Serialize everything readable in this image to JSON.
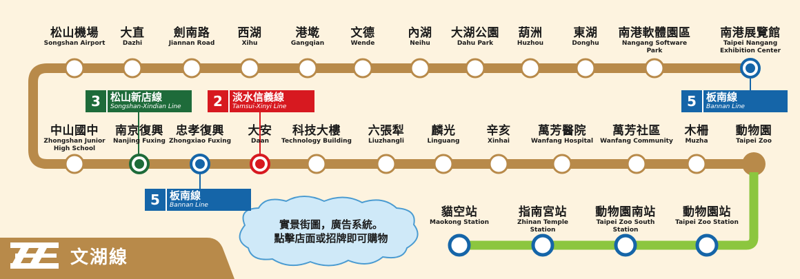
{
  "line": {
    "name": "文湖線",
    "color_brown": "#b88a4a",
    "color_green": "#8cc63f",
    "color_blue": "#1565a8"
  },
  "top_row": [
    {
      "zh": "松山機場",
      "en": "Songshan Airport",
      "type": "normal"
    },
    {
      "zh": "大直",
      "en": "Dazhi",
      "type": "normal"
    },
    {
      "zh": "劍南路",
      "en": "Jiannan Road",
      "type": "normal"
    },
    {
      "zh": "西湖",
      "en": "Xihu",
      "type": "normal"
    },
    {
      "zh": "港墘",
      "en": "Gangqian",
      "type": "normal"
    },
    {
      "zh": "文德",
      "en": "Wende",
      "type": "normal"
    },
    {
      "zh": "內湖",
      "en": "Neihu",
      "type": "normal"
    },
    {
      "zh": "大湖公園",
      "en": "Dahu Park",
      "type": "normal"
    },
    {
      "zh": "葫洲",
      "en": "Huzhou",
      "type": "normal"
    },
    {
      "zh": "東湖",
      "en": "Donghu",
      "type": "normal"
    },
    {
      "zh": "南港軟體園區",
      "en": "Nangang Software Park",
      "type": "normal"
    },
    {
      "zh": "南港展覽館",
      "en": "Taipei Nangang Exhibition Center",
      "type": "blue"
    }
  ],
  "middle_row": [
    {
      "zh": "中山國中",
      "en": "Zhongshan Junior High School",
      "type": "normal"
    },
    {
      "zh": "南京復興",
      "en": "Nanjing Fuxing",
      "type": "green"
    },
    {
      "zh": "忠孝復興",
      "en": "Zhongxiao Fuxing",
      "type": "blue"
    },
    {
      "zh": "大安",
      "en": "Daan",
      "type": "red"
    },
    {
      "zh": "科技大樓",
      "en": "Technology Building",
      "type": "normal"
    },
    {
      "zh": "六張犁",
      "en": "Liuzhangli",
      "type": "normal"
    },
    {
      "zh": "麟光",
      "en": "Linguang",
      "type": "normal"
    },
    {
      "zh": "辛亥",
      "en": "Xinhai",
      "type": "normal"
    },
    {
      "zh": "萬芳醫院",
      "en": "Wanfang Hospital",
      "type": "normal"
    },
    {
      "zh": "萬芳社區",
      "en": "Wanfang Community",
      "type": "normal"
    },
    {
      "zh": "木柵",
      "en": "Muzha",
      "type": "normal"
    },
    {
      "zh": "動物園",
      "en": "Taipei Zoo",
      "type": "terminal"
    }
  ],
  "bottom_row": [
    {
      "zh": "貓空站",
      "en": "Maokong  Station",
      "type": "gondola"
    },
    {
      "zh": "指南宮站",
      "en": "Zhinan Temple Station",
      "type": "gondola"
    },
    {
      "zh": "動物園南站",
      "en": "Taipei Zoo South Station",
      "type": "gondola"
    },
    {
      "zh": "動物園站",
      "en": "Taipei Zoo Station",
      "type": "gondola"
    }
  ],
  "transfers": {
    "songshan_xindian": {
      "num": "3",
      "zh": "松山新店線",
      "en": "Songshan-Xindian Line",
      "color": "#1e6b3a"
    },
    "tamsui_xinyi": {
      "num": "2",
      "zh": "淡水信義線",
      "en": "Tamsui-Xinyi Line",
      "color": "#d71920"
    },
    "bannan_east": {
      "num": "5",
      "zh": "板南線",
      "en": "Bannan Line",
      "color": "#1565a8"
    },
    "bannan_west": {
      "num": "5",
      "zh": "板南線",
      "en": "Bannan Line",
      "color": "#1565a8"
    }
  },
  "cloud": {
    "line1": "實景街圖，廣告系統。",
    "line2": "點擊店面或招牌即可購物"
  },
  "icons": {
    "logo": "taipei-metro-logo-icon"
  }
}
